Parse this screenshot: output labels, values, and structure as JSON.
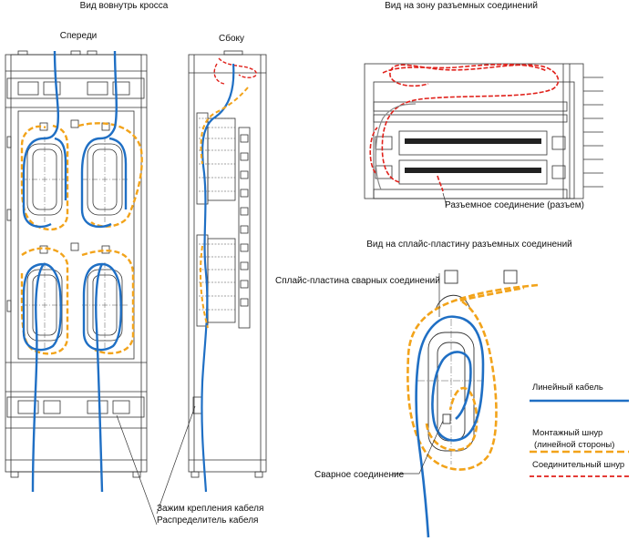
{
  "colors": {
    "linear_cable": "#1f6fc4",
    "patch_cord": "#f2a31a",
    "connecting_cord": "#e0211b",
    "line": "#333333"
  },
  "headers": {
    "inside_view": "Вид вовнутрь кросса",
    "connector_zone_view": "Вид на зону разъемных соединений",
    "splice_plate_view": "Вид на сплайс-пластину разъемных соединений"
  },
  "sublabels": {
    "front": "Спереди",
    "side": "Сбоку"
  },
  "callouts": {
    "connector_joint": "Разъемное соединение (разъем)",
    "splice_plate": "Сплайс-пластина сварных соединений",
    "welded_joint": "Сварное соединение",
    "cable_clamp": "Зажим крепления кабеля",
    "cable_distributor": "Распределитель кабеля"
  },
  "legend": {
    "linear_cable": "Линейный кабель",
    "patch_cord_line1": "Монтажный шнур",
    "patch_cord_line2": "(линейной стороны)",
    "connecting_cord": "Соединительный шнур"
  }
}
